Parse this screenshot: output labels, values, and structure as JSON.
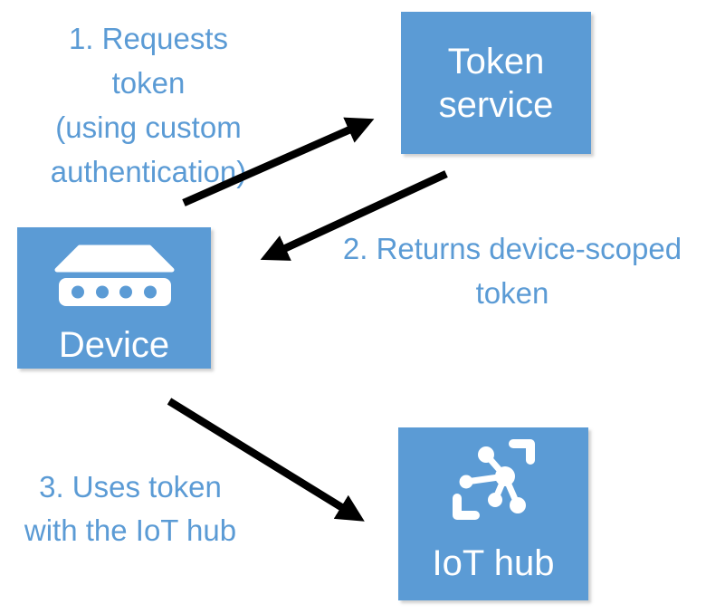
{
  "colors": {
    "accent": "#5B9BD5",
    "box_text": "#FFFFFF",
    "arrow": "#000000",
    "background": "#FFFFFF"
  },
  "nodes": {
    "token_service": {
      "label": "Token service"
    },
    "device": {
      "label": "Device",
      "icon": "device-chassis-icon"
    },
    "iot_hub": {
      "label": "IoT hub",
      "icon": "iot-hub-network-icon"
    }
  },
  "steps": {
    "step1": {
      "lines": [
        "1. Requests",
        "token",
        "(using custom",
        "authentication)"
      ]
    },
    "step2": {
      "lines": [
        "2. Returns device-scoped",
        "token"
      ]
    },
    "step3": {
      "lines": [
        "3. Uses token",
        "with the IoT hub"
      ]
    }
  },
  "connectors": [
    {
      "step": 1,
      "from": "device",
      "to": "token_service"
    },
    {
      "step": 2,
      "from": "token_service",
      "to": "device"
    },
    {
      "step": 3,
      "from": "device",
      "to": "iot_hub"
    }
  ]
}
